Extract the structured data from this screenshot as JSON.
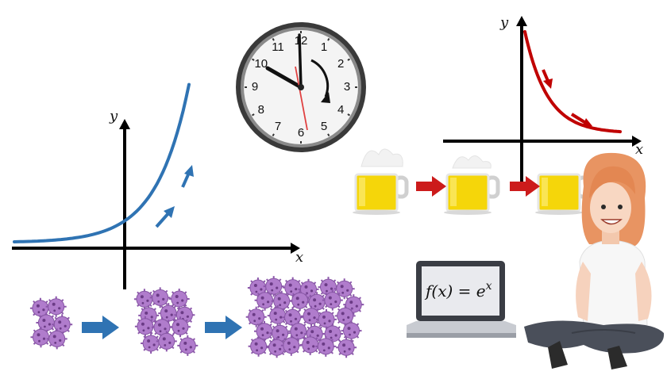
{
  "growth_graph": {
    "x_label": "x",
    "y_label": "y",
    "curve_color": "#2f73b3"
  },
  "decay_graph": {
    "x_label": "x",
    "y_label": "y",
    "curve_color": "#c00000"
  },
  "clock": {
    "numbers": [
      "12",
      "1",
      "2",
      "3",
      "4",
      "5",
      "6",
      "7",
      "8",
      "9",
      "10",
      "11"
    ]
  },
  "laptop": {
    "formula": "f(x) = e",
    "formula_exponent": "x"
  },
  "icons": {
    "growth_arrow_color": "#2f73b3",
    "decay_arrow_color": "#d01010",
    "virus_color": "#a86fc4"
  }
}
